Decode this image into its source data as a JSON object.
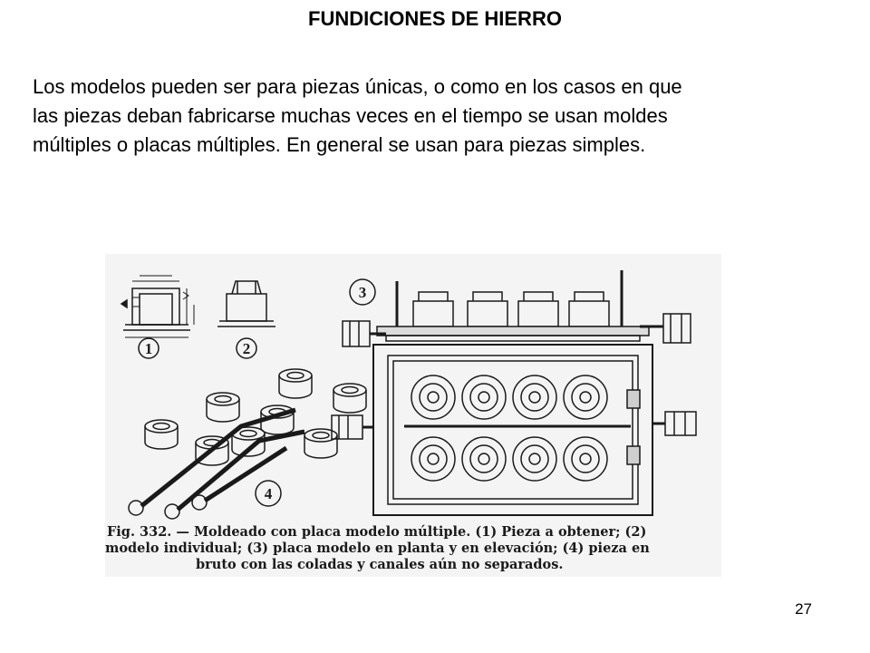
{
  "slide": {
    "title": "FUNDICIONES DE HIERRO",
    "body": "Los modelos pueden ser para piezas únicas, o como en los casos en que\nlas piezas deban fabricarse muchas veces en el tiempo se usan moldes\nmúltiples o placas múltiples. En general se usan para piezas simples.",
    "page_number": "27"
  },
  "figure": {
    "labels": [
      "1",
      "2",
      "3",
      "4"
    ],
    "caption_lines": [
      "Fig. 332. — Moldeado con placa modelo múltiple. (1) Pieza a obtener; (2)",
      "modelo individual; (3) placa modelo en planta y en elevación; (4) pieza en",
      "bruto con las coladas y canales aún no separados."
    ]
  }
}
